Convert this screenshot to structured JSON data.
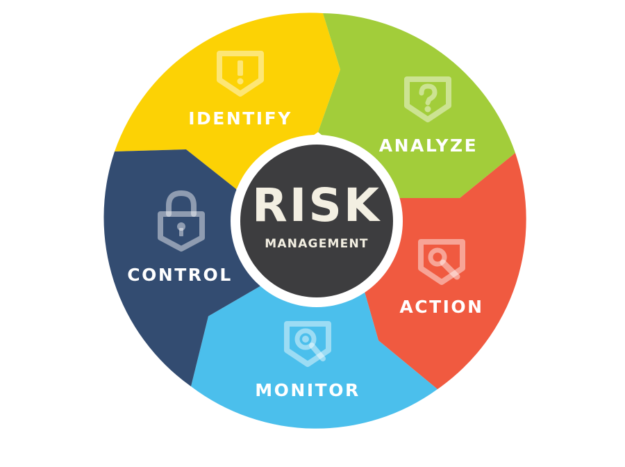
{
  "diagram": {
    "center": {
      "title": "RISK",
      "subtitle": "MANAGEMENT",
      "fill_color": "#3d3d3f",
      "ring_color": "#ffffff"
    },
    "segments": [
      {
        "label": "IDENTIFY",
        "color": "#fcd205",
        "icon": "exclamation-shield-icon"
      },
      {
        "label": "ANALYZE",
        "color": "#a2cd3a",
        "icon": "question-shield-icon"
      },
      {
        "label": "ACTION",
        "color": "#f05a40",
        "icon": "wrench-icon"
      },
      {
        "label": "MONITOR",
        "color": "#4bbfec",
        "icon": "magnifier-icon"
      },
      {
        "label": "CONTROL",
        "color": "#334c71",
        "icon": "padlock-icon"
      }
    ]
  }
}
